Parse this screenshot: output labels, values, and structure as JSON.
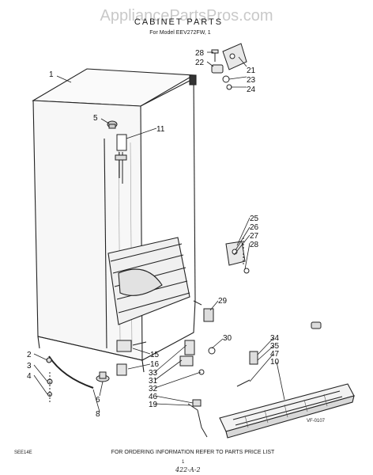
{
  "watermark": "AppliancePartsPros.com",
  "title": "CABINET PARTS",
  "subtitle": "For Model EEV272FW, 1",
  "footer": "FOR ORDERING INFORMATION REFER TO PARTS PRICE LIST",
  "left_code": "SEE14E",
  "diagram_code": "VF-0107",
  "page_mark": "1",
  "handwritten": "422-A-2",
  "callouts": {
    "c1": "1",
    "c2": "2",
    "c3": "3",
    "c4": "4",
    "c5": "5",
    "c6": "6",
    "c8": "8",
    "c10": "10",
    "c11": "11",
    "c15": "15",
    "c16": "16",
    "c19": "19",
    "c21": "21",
    "c22": "22",
    "c23": "23",
    "c24": "24",
    "c25": "25",
    "c26": "26",
    "c27": "27",
    "c28a": "28",
    "c28b": "28",
    "c29": "29",
    "c30": "30",
    "c31": "31",
    "c32": "32",
    "c33": "33",
    "c34": "34",
    "c35": "35",
    "c46": "46",
    "c47": "47"
  }
}
